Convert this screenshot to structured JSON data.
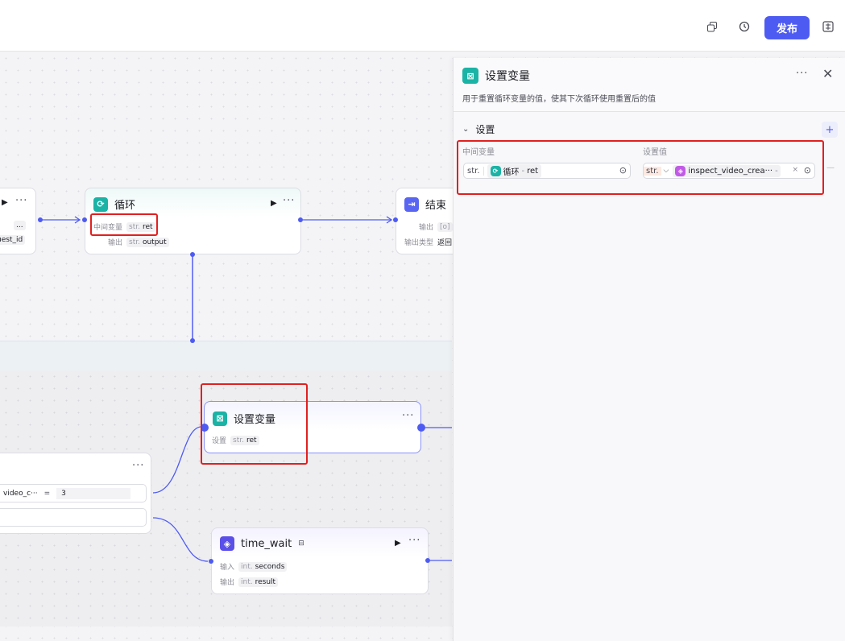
{
  "toolbar": {
    "copy_icon": "copy-icon",
    "history_icon": "history-icon",
    "publish_label": "发布",
    "preview_icon": "preview-icon"
  },
  "canvas": {
    "partial_node": {
      "param_label": "uest_id",
      "more": "···"
    },
    "loop_node": {
      "title": "循环",
      "intermediate_label": "中间变量",
      "intermediate_type": "str.",
      "intermediate_name": "ret",
      "output_label": "输出",
      "output_type": "str.",
      "output_name": "output",
      "more": "···"
    },
    "end_node": {
      "title": "结束",
      "output_label": "输出",
      "output_type": "[o]",
      "output_type_label": "输出类型",
      "output_type_value": "返回"
    },
    "setvar_node": {
      "title": "设置变量",
      "set_label": "设置",
      "set_type": "str.",
      "set_name": "ret",
      "more": "···"
    },
    "condition_node": {
      "var_text": "video_c···",
      "operator": "=",
      "value": "3",
      "more": "···"
    },
    "time_wait_node": {
      "title": "time_wait",
      "input_label": "输入",
      "input_type": "int.",
      "input_name": "seconds",
      "output_label": "输出",
      "output_type": "int.",
      "output_name": "result",
      "more": "···"
    }
  },
  "panel": {
    "title": "设置变量",
    "description": "用于重置循环变量的值，使其下次循环使用重置后的值",
    "section_title": "设置",
    "add_icon": "+",
    "col_intermediate": "中间变量",
    "col_value": "设置值",
    "left_field": {
      "type": "str.",
      "node": "循环",
      "separator": "-",
      "var": "ret"
    },
    "right_field": {
      "type": "str.",
      "value": "inspect_video_crea···",
      "extra": "-"
    },
    "minus": "—"
  },
  "colors": {
    "accent": "#4e5bf2",
    "teal": "#1bb3a5",
    "highlight": "#e02020"
  }
}
